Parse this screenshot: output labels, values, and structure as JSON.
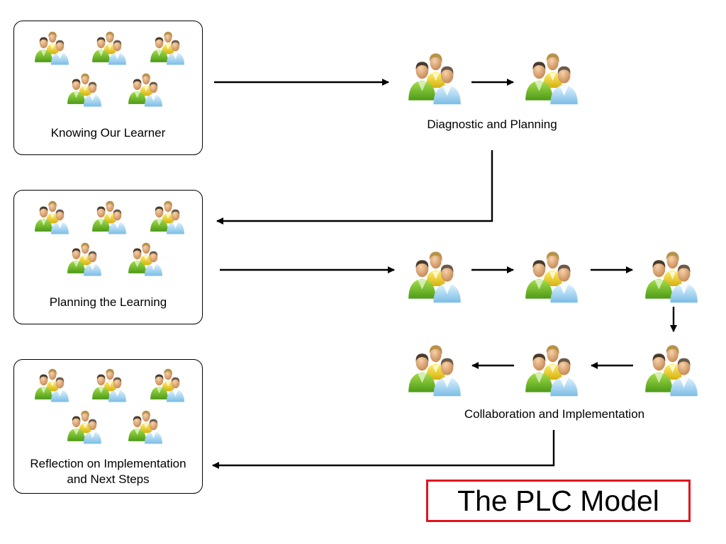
{
  "stages": {
    "knowing_learner": "Knowing Our Learner",
    "planning_learning": "Planning the Learning",
    "reflection_line1": "Reflection on Implementation",
    "reflection_line2": "and Next Steps"
  },
  "flows": {
    "diagnostic": "Diagnostic and Planning",
    "collaboration": "Collaboration and Implementation"
  },
  "title": "The PLC Model",
  "icon_name": "people-group-icon",
  "colors": {
    "title_border": "#e0141e",
    "person_green": "#7cc832",
    "person_yellow": "#f5d824",
    "person_blue": "#a8d8f4",
    "arrow": "#000000"
  }
}
